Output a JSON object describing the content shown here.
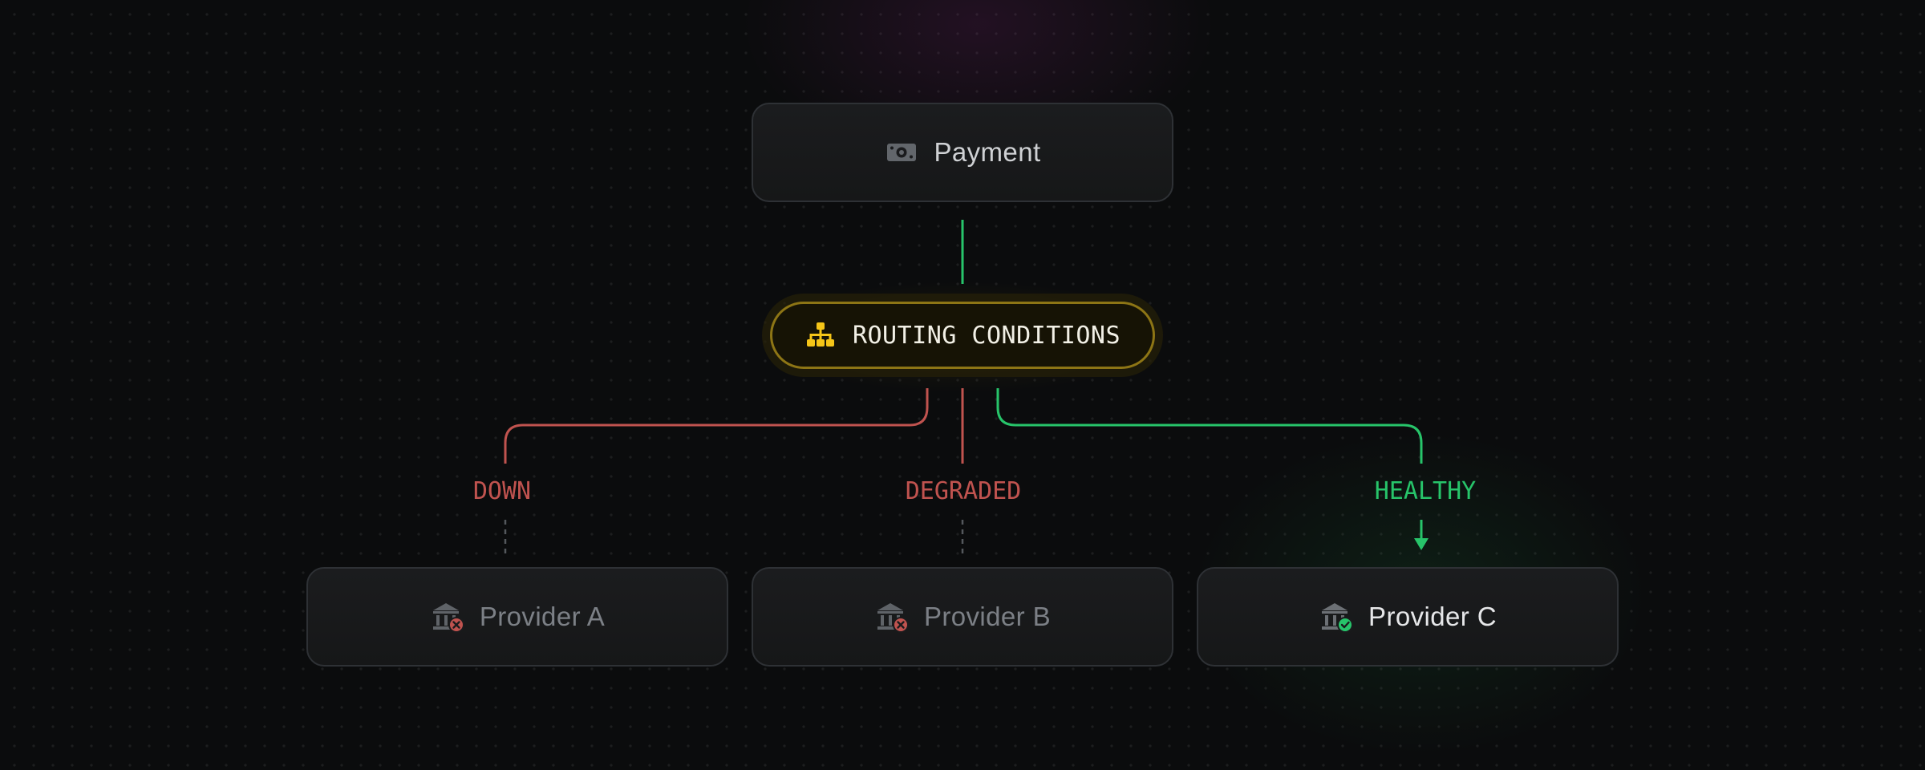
{
  "colors": {
    "background": "#0b0c0d",
    "node_border": "#2e3135",
    "healthy": "#27c46a",
    "failing": "#c0534f",
    "routing_accent": "#f5c518",
    "icon_gray": "#6c7075"
  },
  "source": {
    "label": "Payment",
    "icon": "banknote-icon"
  },
  "router": {
    "label": "ROUTING CONDITIONS",
    "icon": "hierarchy-icon"
  },
  "branches": [
    {
      "status": "DOWN",
      "status_color": "#c0534f",
      "provider": "Provider A",
      "provider_icon": "bank-icon",
      "badge": "x-circle-icon",
      "state": "failing"
    },
    {
      "status": "DEGRADED",
      "status_color": "#c0534f",
      "provider": "Provider B",
      "provider_icon": "bank-icon",
      "badge": "x-circle-icon",
      "state": "failing"
    },
    {
      "status": "HEALTHY",
      "status_color": "#27c46a",
      "provider": "Provider C",
      "provider_icon": "bank-icon",
      "badge": "check-circle-icon",
      "state": "selected"
    }
  ]
}
